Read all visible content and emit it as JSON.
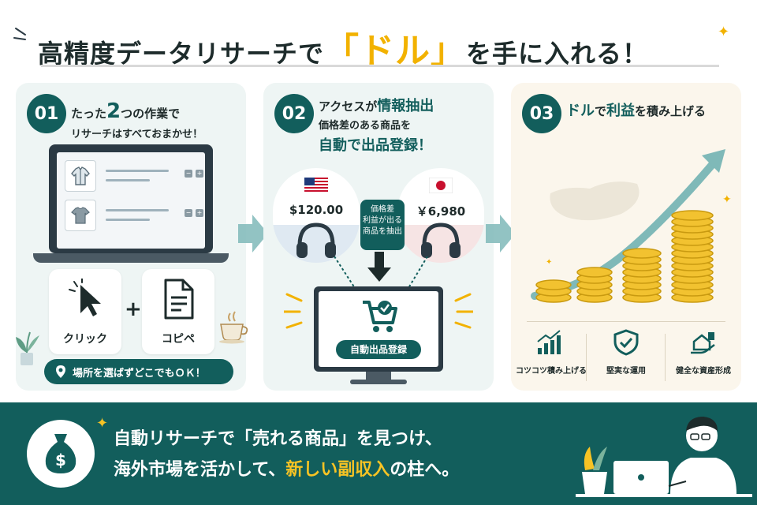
{
  "title": {
    "prefix": "高精度データリサーチで",
    "quote_open": "「",
    "highlight": "ドル",
    "quote_close": "」",
    "suffix": "を手に入れる！"
  },
  "steps": [
    {
      "number": "01",
      "line1_pre": "たった",
      "line1_num": "2",
      "line1_post": "つの作業で",
      "line2": "リサーチはすべておまかせ！",
      "actions": [
        "クリック",
        "コピペ"
      ],
      "plus": "+",
      "location": "場所を選ばずどこでもＯＫ！"
    },
    {
      "number": "02",
      "line1_pre": "アクセスが",
      "line1_hl": "情報抽出",
      "line2": "価格差のある商品を",
      "line3": "自動で出品登録！",
      "price_us": "$120.00",
      "price_jp": "￥6,980",
      "extract_1": "価格差",
      "extract_2": "利益が出る",
      "extract_3": "商品を抽出",
      "register": "自動出品登録"
    },
    {
      "number": "03",
      "line1_hl1": "ドル",
      "line1_mid": "で",
      "line1_hl2": "利益",
      "line1_post": "を積み上げる",
      "features": [
        "コツコツ積み上げる",
        "堅実な運用",
        "健全な資産形成"
      ]
    }
  ],
  "banner": {
    "line1": "自動リサーチで「売れる商品」を見つけ、",
    "line2_pre": "海外市場を活かして、",
    "line2_hl": "新しい副収入",
    "line2_post": "の柱へ。"
  },
  "colors": {
    "teal": "#125e5c",
    "gold": "#f2b200",
    "banner_highlight": "#f7c324"
  }
}
